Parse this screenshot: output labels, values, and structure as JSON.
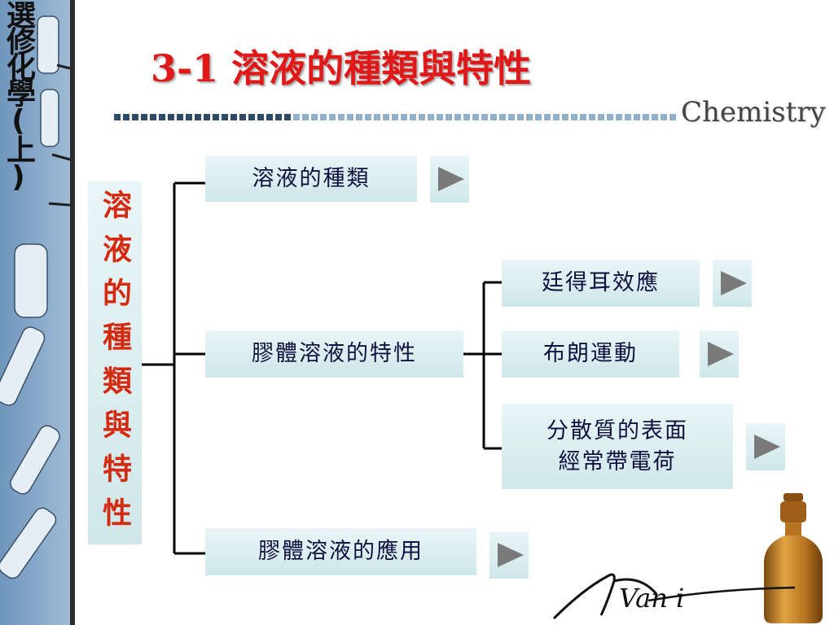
{
  "sidebar": {
    "title": "選修化學(上)"
  },
  "header": {
    "title": "3-1 溶液的種類與特性",
    "brand": "Chemistry"
  },
  "root": {
    "label": "溶液的種類與特性"
  },
  "topics": [
    {
      "label": "溶液的種類"
    },
    {
      "label": "膠體溶液的特性"
    },
    {
      "label": "膠體溶液的應用"
    }
  ],
  "subtopics": [
    {
      "label": "廷得耳效應"
    },
    {
      "label": "布朗運動"
    },
    {
      "label_line1": "分散質的表面",
      "label_line2": "經常帶電荷"
    }
  ],
  "signature": {
    "text": "Van i"
  },
  "colors": {
    "title_red": "#e01818",
    "box_bg": "#d8eef0",
    "line": "#000000",
    "sidebar_blue": "#7fa3c4"
  }
}
